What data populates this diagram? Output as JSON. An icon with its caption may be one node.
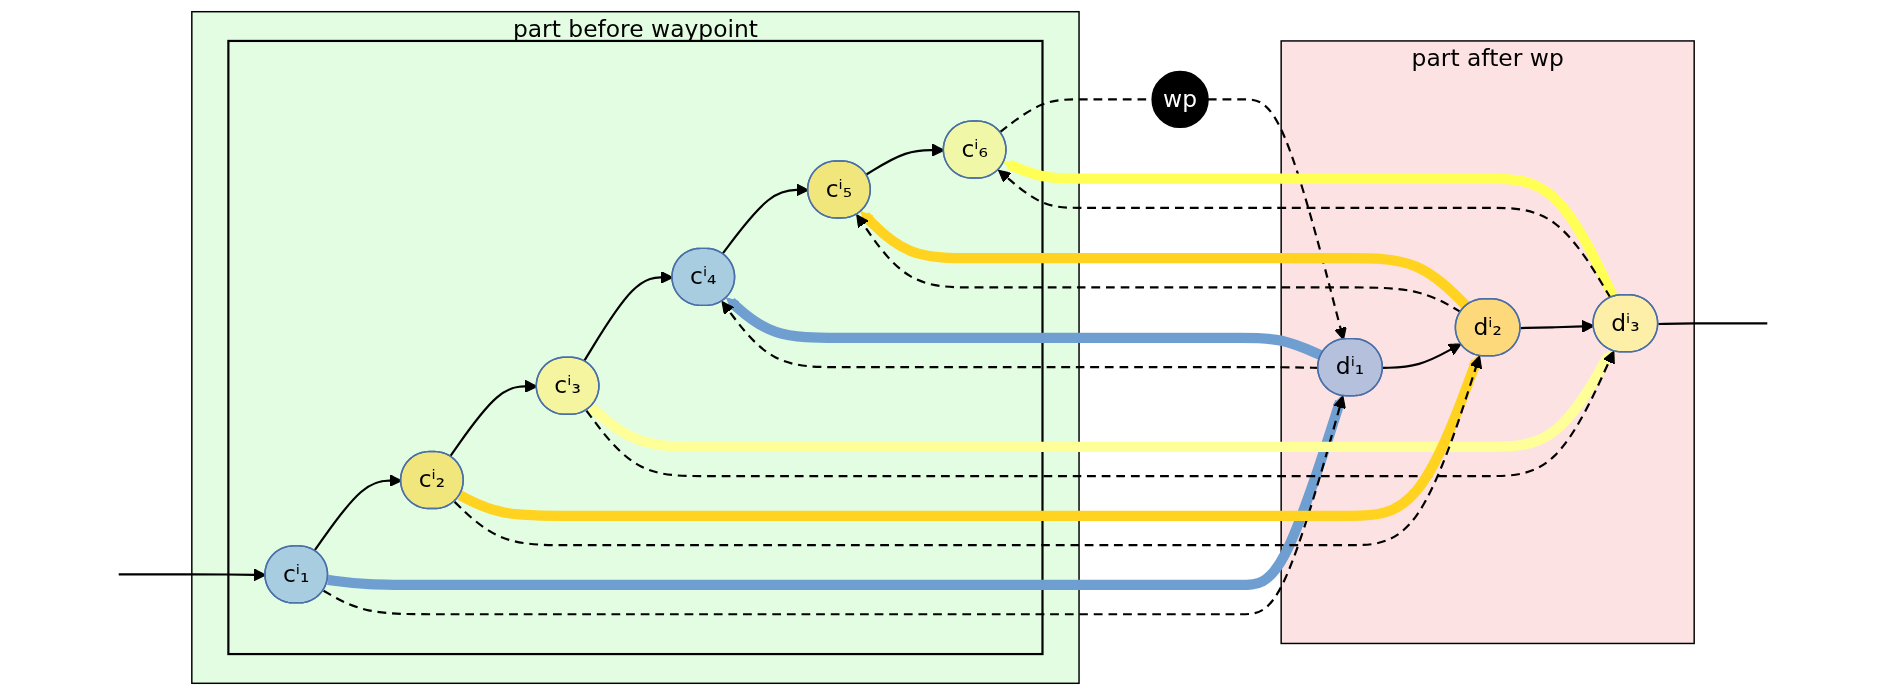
{
  "diagram": {
    "nodes": [
      {
        "text": [
          "part before waypoint"
        ]
      },
      {
        "text": [],
        "shape": "box",
        "in": 0
      },
      {
        "text": [
          "cⁱ₁"
        ],
        "in": 1
      },
      {
        "text": [
          "cⁱ₂"
        ],
        "in": 1
      },
      {
        "text": [
          "cⁱ₃"
        ],
        "in": 1
      },
      {
        "text": [
          "cⁱ₄"
        ],
        "in": 1
      },
      {
        "text": [
          "cⁱ₅"
        ],
        "in": 1
      },
      {
        "text": [
          "cⁱ₆"
        ],
        "in": 1
      },
      {
        "text": [
          "wp"
        ]
      },
      {
        "text": [
          "part after wp"
        ]
      },
      {
        "text": [
          "dⁱ₁"
        ],
        "in": 9
      },
      {
        "text": [
          "dⁱ₂"
        ],
        "in": 9
      },
      {
        "text": [
          "dⁱ₃"
        ],
        "in": 9
      }
    ],
    "edges": [
      {
        "from": null,
        "to": 2,
        "arrow": "to"
      },
      {
        "from": 2,
        "to": 3,
        "arrow": "to"
      },
      {
        "from": 3,
        "to": 4,
        "arrow": "to"
      },
      {
        "from": 4,
        "to": 5,
        "arrow": "to"
      },
      {
        "from": 5,
        "to": 6,
        "arrow": "to"
      },
      {
        "from": 6,
        "to": 7,
        "arrow": "to"
      },
      {
        "from": 7,
        "to": 8,
        "arrow": "none",
        "style": "dashed"
      },
      {
        "from": 8,
        "to": 10,
        "arrow": "to",
        "style": "dashed"
      },
      {
        "from": 10,
        "to": 11,
        "arrow": "to"
      },
      {
        "from": 11,
        "to": 12,
        "arrow": "to"
      },
      {
        "from": 12,
        "to": null,
        "arrow": "none"
      },
      {
        "from": 2,
        "to": 10,
        "arrow": "to",
        "style": "thick",
        "color": "#6f9fd0"
      },
      {
        "from": 2,
        "to": 10,
        "arrow": "to",
        "style": "dashed"
      },
      {
        "from": 4,
        "to": 12,
        "arrow": "to",
        "style": "thick",
        "color": "#ffff99"
      },
      {
        "from": 4,
        "to": 12,
        "arrow": "to",
        "style": "dashed"
      },
      {
        "from": 11,
        "to": 6,
        "arrow": "to",
        "style": "thick",
        "color": "#ffd320"
      },
      {
        "from": 11,
        "to": 6,
        "arrow": "to",
        "style": "dashed"
      },
      {
        "from": 3,
        "to": 11,
        "arrow": "to",
        "style": "thick",
        "color": "#ffd320"
      },
      {
        "from": 3,
        "to": 11,
        "arrow": "to",
        "style": "dashed"
      },
      {
        "from": 10,
        "to": 5,
        "arrow": "to",
        "style": "thick",
        "color": "#6f9fd0"
      },
      {
        "from": 10,
        "to": 5,
        "arrow": "to",
        "style": "dashed"
      },
      {
        "from": 12,
        "to": 7,
        "arrow": "to",
        "style": "thick",
        "color": "#ffff55"
      },
      {
        "from": 12,
        "to": 7,
        "arrow": "to",
        "style": "dashed"
      }
    ]
  }
}
